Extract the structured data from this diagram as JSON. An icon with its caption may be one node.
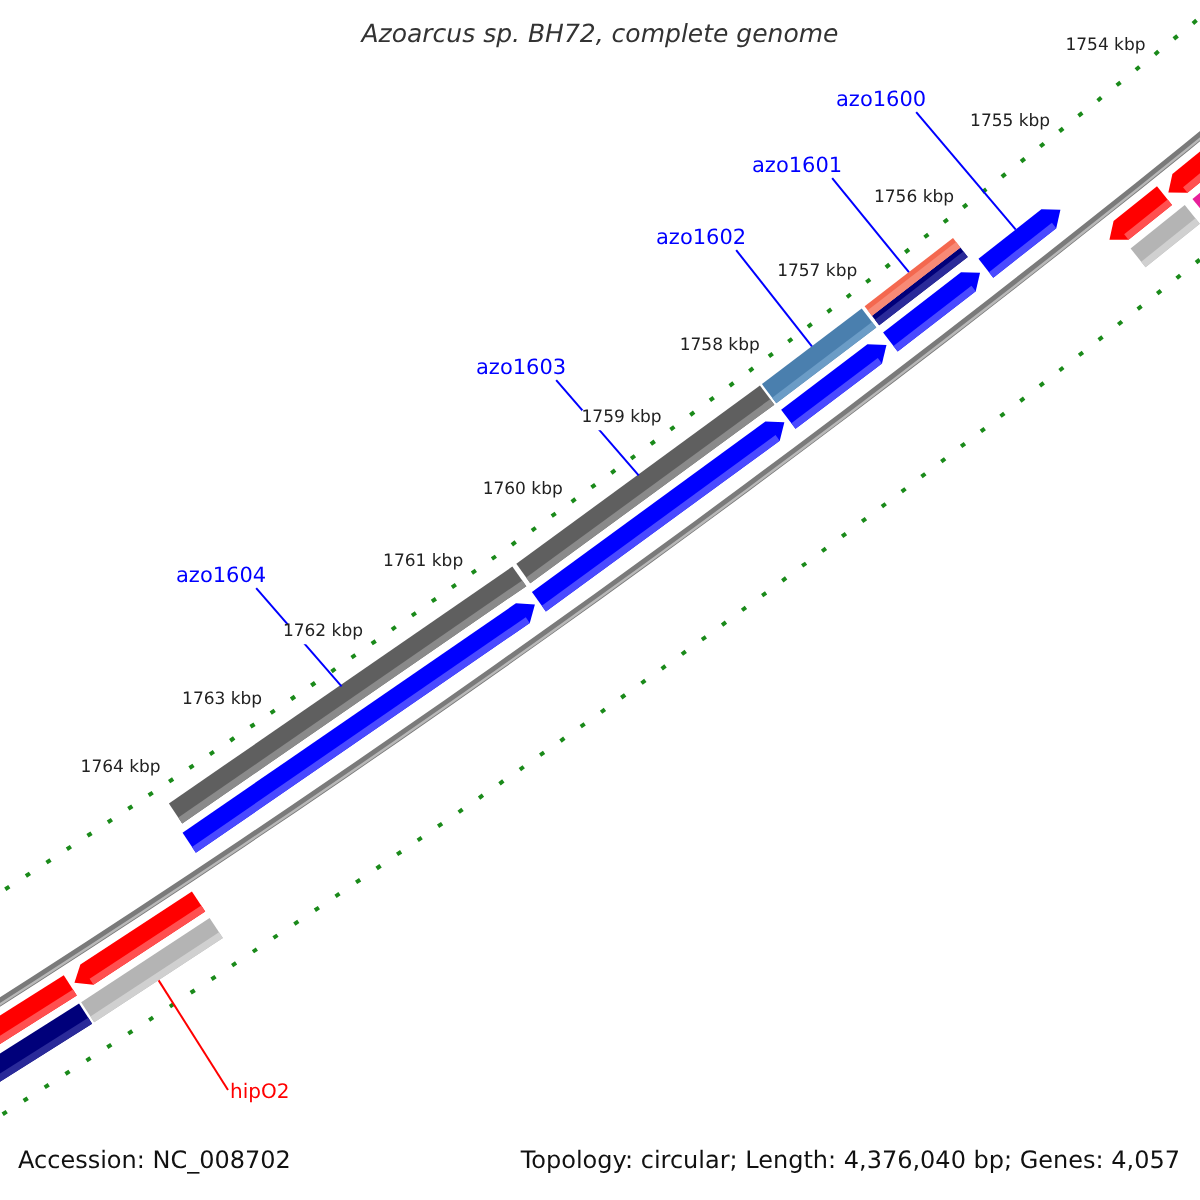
{
  "diagram": {
    "title": "Azoarcus sp. BH72, complete genome",
    "nodes": [
      {
        "text": [
          "azo1600"
        ]
      },
      {
        "text": [
          "azo1601"
        ]
      },
      {
        "text": [
          "azo1602"
        ]
      },
      {
        "text": [
          "azo1603"
        ]
      },
      {
        "text": [
          "azo1604"
        ]
      },
      {
        "text": [
          "hipO2"
        ]
      },
      {
        "text": [],
        "shape": "bar"
      },
      {
        "text": [],
        "shape": "bar"
      },
      {
        "text": [],
        "shape": "bar"
      },
      {
        "text": [],
        "shape": "bar"
      },
      {
        "text": [],
        "shape": "bar"
      },
      {
        "text": [],
        "shape": "bar"
      }
    ],
    "edges": [
      {
        "from": 0,
        "to": 6,
        "arrow": "none"
      },
      {
        "from": 1,
        "to": 7,
        "arrow": "none"
      },
      {
        "from": 2,
        "to": 8,
        "arrow": "none"
      },
      {
        "from": 3,
        "to": 9,
        "arrow": "none"
      },
      {
        "from": 4,
        "to": 10,
        "arrow": "none"
      },
      {
        "from": 5,
        "to": 11,
        "arrow": "none",
        "color": "#ff0000"
      }
    ],
    "labels": [
      "1754 kbp",
      "1755 kbp",
      "1756 kbp",
      "1757 kbp",
      "1758 kbp",
      "1759 kbp",
      "1760 kbp",
      "1761 kbp",
      "1762 kbp",
      "1763 kbp",
      "1764 kbp",
      "Accession: NC_008702",
      "Topology: circular; Length: 4,376,040 bp; Genes: 4,057"
    ]
  }
}
